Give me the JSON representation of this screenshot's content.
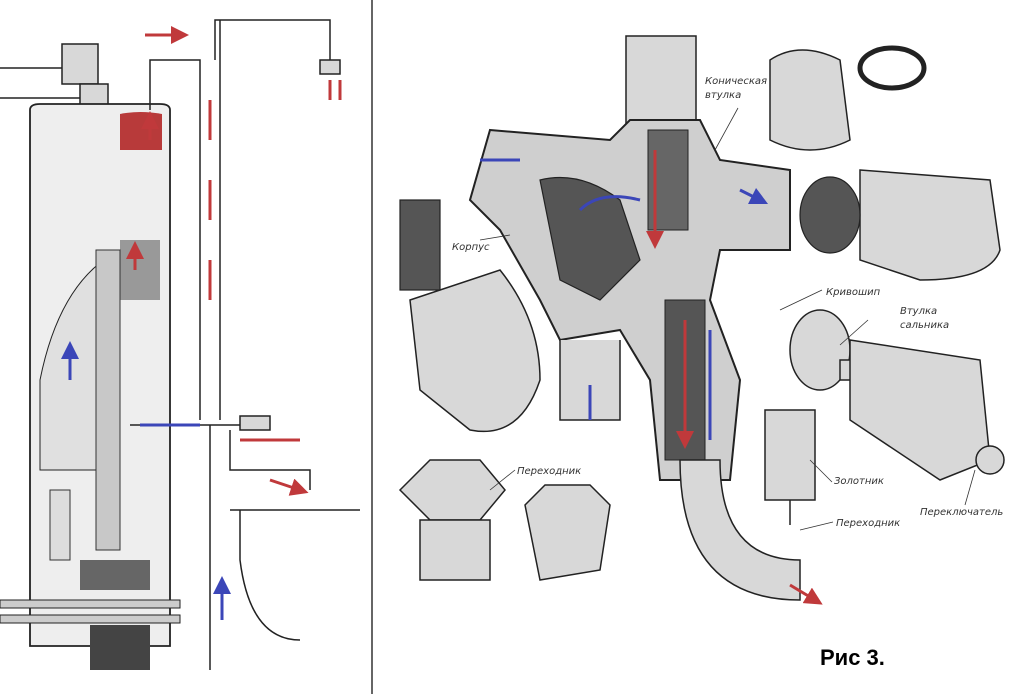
{
  "figure": {
    "caption": "Рис 3.",
    "labels": {
      "conical_sleeve": [
        "Коническая",
        "втулка"
      ],
      "body": "Корпус",
      "crank": "Кривошип",
      "gland_sleeve": [
        "Втулка",
        "сальника"
      ],
      "adapter_left": "Переходник",
      "spool": "Золотник",
      "switch": "Переключатель",
      "adapter_bottom": "Переходник"
    }
  },
  "colors": {
    "hot_flow": "#c0393b",
    "cold_flow": "#3b46b8"
  }
}
